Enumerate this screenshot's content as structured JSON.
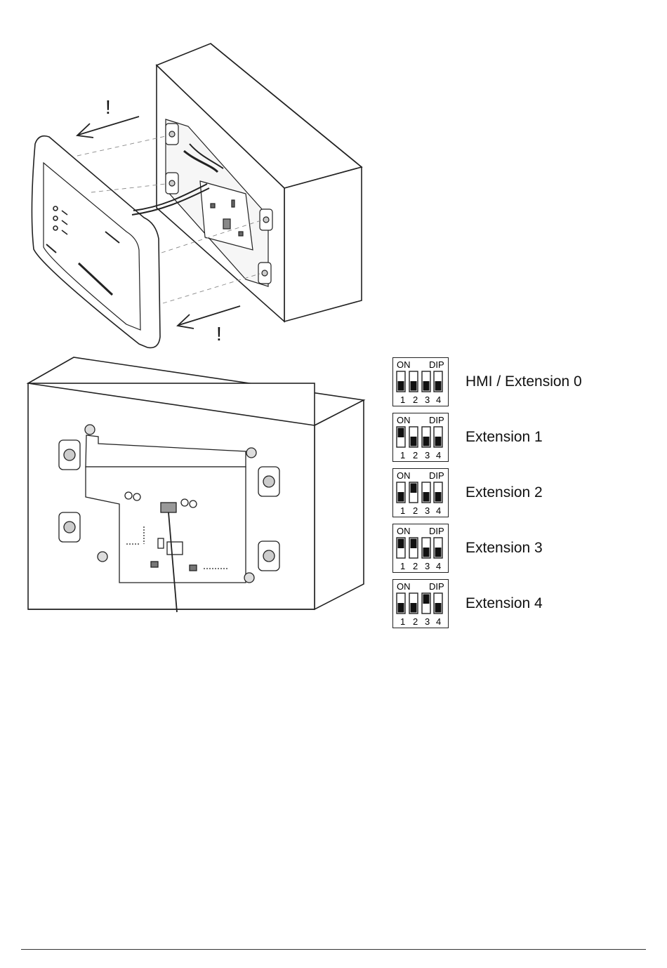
{
  "illustration": {
    "warning_top": "!",
    "warning_bottom": "!"
  },
  "dip_legend": {
    "on_label": "ON",
    "dip_label": "DIP",
    "switch_numbers": [
      "1",
      "2",
      "3",
      "4"
    ],
    "settings": [
      {
        "label": "HMI / Extension 0",
        "switches_on": [
          true,
          true,
          true,
          true
        ]
      },
      {
        "label": "Extension 1",
        "switches_on": [
          false,
          true,
          true,
          true
        ]
      },
      {
        "label": "Extension 2",
        "switches_on": [
          true,
          false,
          true,
          true
        ]
      },
      {
        "label": "Extension 3",
        "switches_on": [
          false,
          false,
          true,
          true
        ]
      },
      {
        "label": "Extension 4",
        "switches_on": [
          true,
          true,
          false,
          true
        ]
      }
    ]
  }
}
